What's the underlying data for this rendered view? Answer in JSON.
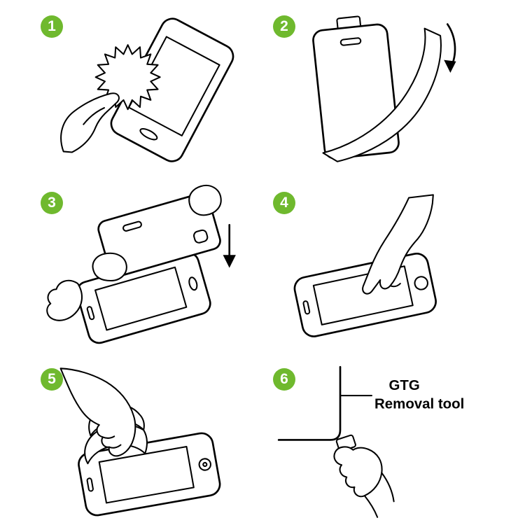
{
  "colors": {
    "background": "#ffffff",
    "badge": "#6fb92e",
    "badge_text": "#ffffff",
    "ink": "#000000"
  },
  "steps": [
    {
      "number": "1",
      "illustration": "wipe-phone-screen-with-cleaning-cloth"
    },
    {
      "number": "2",
      "illustration": "peel-backing-film-from-protector"
    },
    {
      "number": "3",
      "illustration": "align-and-lower-glass-onto-phone"
    },
    {
      "number": "4",
      "illustration": "press-center-of-glass-with-finger"
    },
    {
      "number": "5",
      "illustration": "smooth-out-bubbles-with-cloth"
    },
    {
      "number": "6",
      "illustration": "use-removal-tool-on-glass-corner"
    }
  ],
  "step6_label": {
    "line1": "GTG",
    "line2": "Removal tool"
  }
}
